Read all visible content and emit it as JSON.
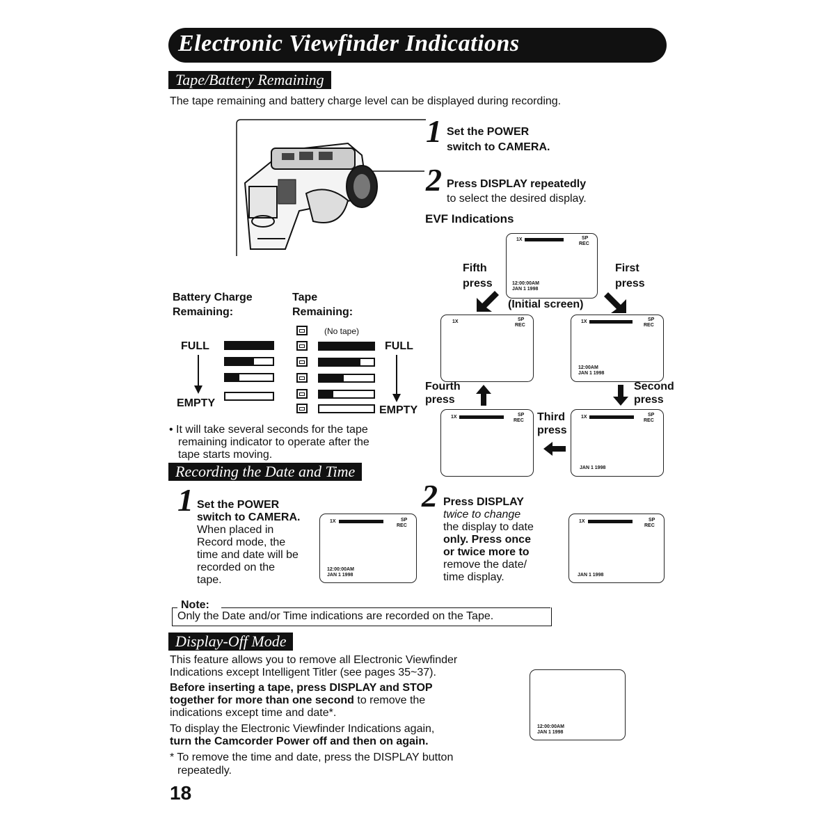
{
  "page": {
    "title": "Electronic Viewfinder Indications",
    "page_number": "18"
  },
  "tape_battery": {
    "heading": "Tape/Battery Remaining",
    "intro": "The tape remaining and battery charge level can be displayed during recording.",
    "step1_num": "1",
    "step1_line1": "Set the POWER",
    "step1_line2": "switch to CAMERA.",
    "step2_num": "2",
    "step2_line1": "Press DISPLAY repeatedly",
    "step2_line2": "to select the desired display.",
    "evf_title": "EVF Indications",
    "battery_label_1": "Battery Charge",
    "battery_label_2": "Remaining:",
    "tape_label_1": "Tape",
    "tape_label_2": "Remaining:",
    "no_tape": "(No tape)",
    "full_left": "FULL",
    "full_right": "FULL",
    "empty_left": "EMPTY",
    "empty_right": "EMPTY",
    "battery_levels": [
      1.0,
      0.6,
      0.3,
      0.0
    ],
    "tape_levels": [
      1.0,
      0.75,
      0.45,
      0.25,
      0.0
    ],
    "note_line1": "• It will take several seconds for the tape",
    "note_line2": "remaining indicator to operate after the",
    "note_line3": "tape starts moving.",
    "press_labels": {
      "fifth_1": "Fifth",
      "fifth_2": "press",
      "first_1": "First",
      "first_2": "press",
      "second_1": "Second",
      "second_2": "press",
      "third_1": "Third",
      "third_2": "press",
      "fourth_1": "Fourth",
      "fourth_2": "press",
      "initial": "(Initial screen)"
    }
  },
  "screen_text": {
    "zoom": "1X",
    "sp": "SP",
    "rec": "REC",
    "time": "12:00:00AM",
    "time_short": "12:00AM",
    "date": "JAN  1 1998"
  },
  "date_time": {
    "heading": "Recording the Date and Time",
    "step1_num": "1",
    "step1_lines": [
      "Set the POWER",
      "switch to CAMERA.",
      "When placed in",
      "Record mode, the",
      "time and date will be",
      "recorded on the",
      "tape."
    ],
    "step2_num": "2",
    "step2_lines": [
      "Press DISPLAY",
      "twice to change",
      "the display to date",
      "only. Press once",
      "or twice more to",
      "remove the date/",
      "time display."
    ],
    "note_label": "Note:",
    "note_text": "Only the Date and/or Time indications are recorded on the Tape."
  },
  "display_off": {
    "heading": "Display-Off Mode",
    "p1_line1": "This feature allows you to remove all Electronic Viewfinder",
    "p1_line2": "Indications except Intelligent Titler (see pages 35~37).",
    "p2_line1": "Before inserting a tape, press DISPLAY and STOP",
    "p2_line2a": "together for more than one second",
    "p2_line2b": " to remove the",
    "p2_line3": "indications except time and date*.",
    "p3_line1": "To display the Electronic Viewfinder Indications again,",
    "p3_line2": "turn the Camcorder Power off and then on again.",
    "p4_line1": "* To remove the time and date, press the DISPLAY button",
    "p4_line2": "repeatedly."
  }
}
